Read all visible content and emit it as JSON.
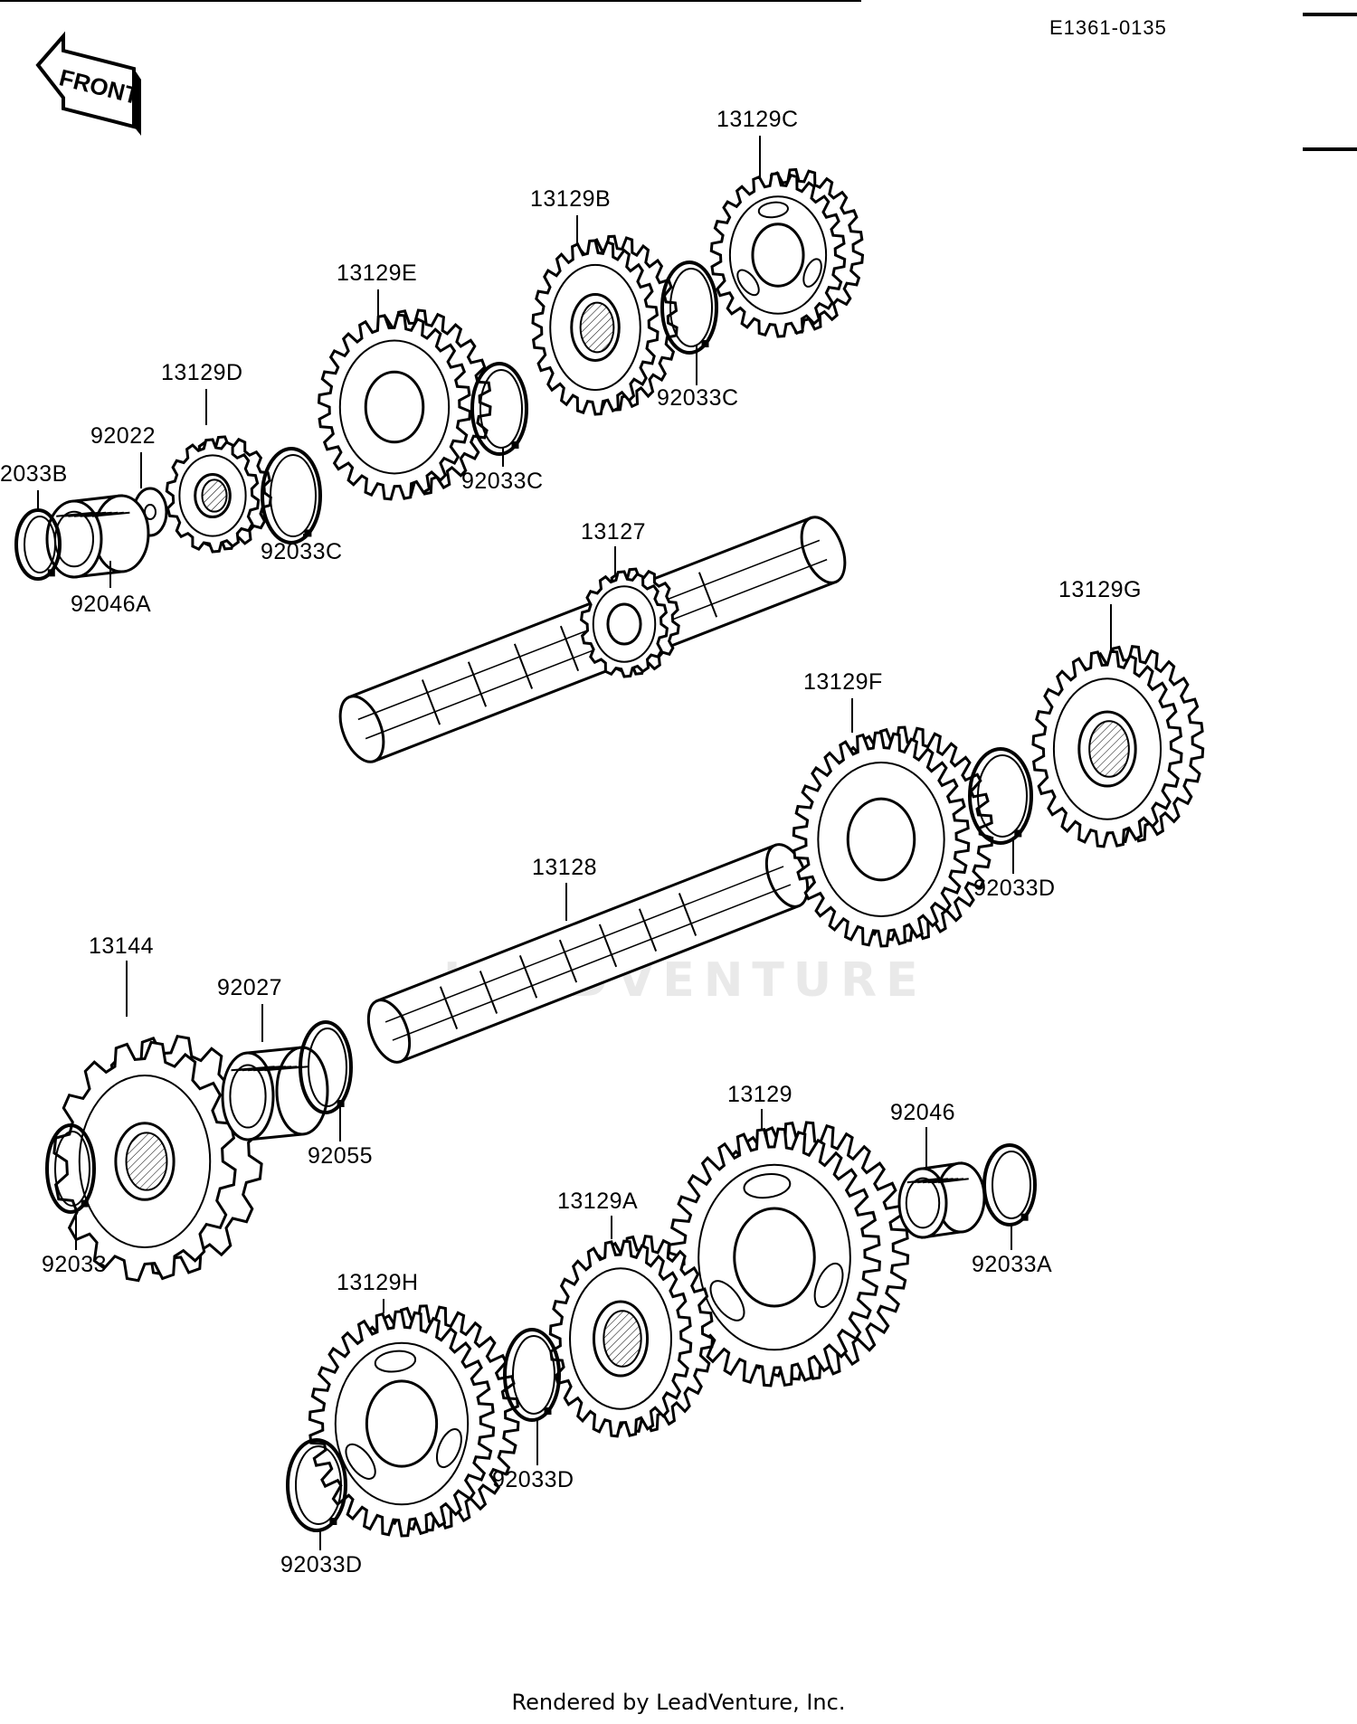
{
  "document": {
    "diagram_code": "E1361-0135",
    "footer_text": "Rendered by LeadVenture, Inc.",
    "watermark_text": "LEADVENTURE",
    "front_arrow_label": "FRONT"
  },
  "parts": [
    {
      "id": "p13129C",
      "label": "13129C"
    },
    {
      "id": "p13129B",
      "label": "13129B"
    },
    {
      "id": "p13129E",
      "label": "13129E"
    },
    {
      "id": "p13129D",
      "label": "13129D"
    },
    {
      "id": "p92022",
      "label": "92022"
    },
    {
      "id": "p92033B",
      "label": "2033B"
    },
    {
      "id": "p92046A",
      "label": "92046A"
    },
    {
      "id": "p92033C_1",
      "label": "92033C"
    },
    {
      "id": "p92033C_2",
      "label": "92033C"
    },
    {
      "id": "p92033C_3",
      "label": "92033C"
    },
    {
      "id": "p13127",
      "label": "13127"
    },
    {
      "id": "p13129G",
      "label": "13129G"
    },
    {
      "id": "p13129F",
      "label": "13129F"
    },
    {
      "id": "p92033D_1",
      "label": "92033D"
    },
    {
      "id": "p13128",
      "label": "13128"
    },
    {
      "id": "p13144",
      "label": "13144"
    },
    {
      "id": "p92027",
      "label": "92027"
    },
    {
      "id": "p92055",
      "label": "92055"
    },
    {
      "id": "p92033",
      "label": "92033"
    },
    {
      "id": "p13129",
      "label": "13129"
    },
    {
      "id": "p92046",
      "label": "92046"
    },
    {
      "id": "p92033A",
      "label": "92033A"
    },
    {
      "id": "p13129A",
      "label": "13129A"
    },
    {
      "id": "p13129H",
      "label": "13129H"
    },
    {
      "id": "p92033D_2",
      "label": "92033D"
    },
    {
      "id": "p92033D_3",
      "label": "92033D"
    }
  ]
}
